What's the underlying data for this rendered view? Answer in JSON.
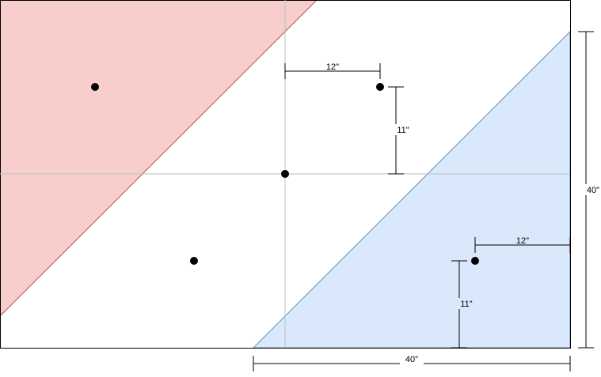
{
  "colors": {
    "background": "#ffffff",
    "outline": "#000000",
    "guide": "#bdbdbd",
    "red_fill": "#f8cecc",
    "red_stroke": "#b85450",
    "blue_fill": "#dae8fc",
    "blue_stroke": "#6c8ebf",
    "dot": "#000000"
  },
  "labels": {
    "top_horizontal": "12\"",
    "top_vertical": "11\"",
    "right_height": "40\"",
    "right_horizontal": "12\"",
    "right_vertical": "11\"",
    "bottom_width": "40\""
  }
}
